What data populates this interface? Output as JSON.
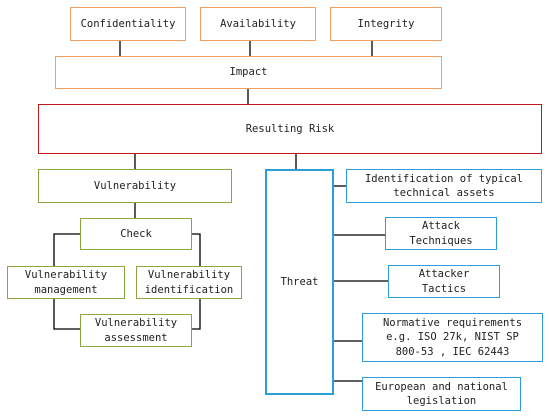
{
  "nodes": {
    "confidentiality": "Confidentiality",
    "availability": "Availability",
    "integrity": "Integrity",
    "impact": "Impact",
    "resulting_risk": "Resulting Risk",
    "vulnerability": "Vulnerability",
    "check": "Check",
    "vulnerability_management": "Vulnerability\nmanagement",
    "vulnerability_identification": "Vulnerability\nidentification",
    "vulnerability_assessment": "Vulnerability\nassessment",
    "threat": "Threat",
    "identification_assets": "Identification of typical\ntechnical assets",
    "attack_techniques": "Attack\nTechniques",
    "attacker_tactics": "Attacker\nTactics",
    "normative_requirements": "Normative requirements\ne.g. ISO 27k, NIST SP\n800-53 , IEC 62443",
    "legislation": "European and national\nlegislation"
  },
  "colors": {
    "orange": "#f0a060",
    "red": "#c01818",
    "green": "#8aa63e",
    "blue": "#2a9fd8",
    "line": "#000000"
  }
}
